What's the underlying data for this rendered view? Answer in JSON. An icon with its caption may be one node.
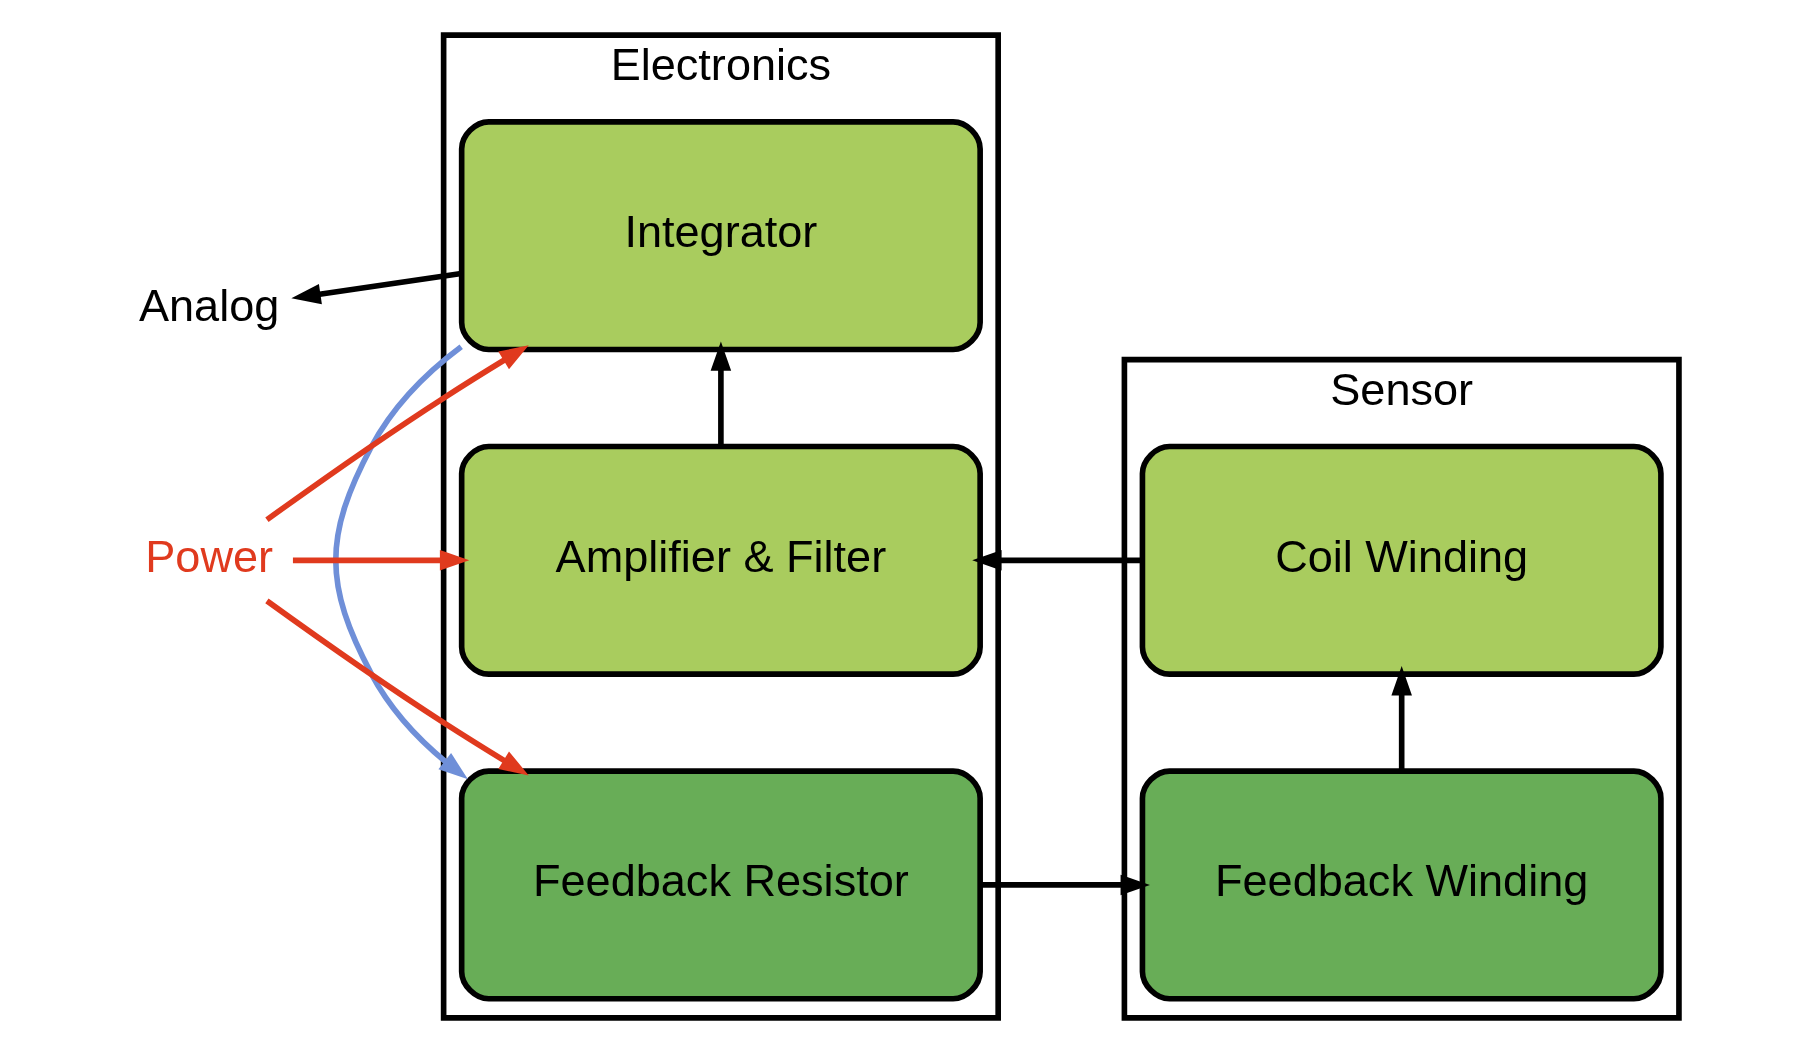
{
  "diagram": {
    "nodes": [
      {
        "text": [
          "Electronics"
        ]
      },
      {
        "text": [
          "Integrator"
        ],
        "in": 0
      },
      {
        "text": [
          "Amplifier & Filter"
        ],
        "in": 0
      },
      {
        "text": [
          "Feedback Resistor"
        ],
        "in": 0
      },
      {
        "text": [
          "Sensor"
        ]
      },
      {
        "text": [
          "Coil Winding"
        ],
        "in": 4
      },
      {
        "text": [
          "Feedback Winding"
        ],
        "in": 4
      },
      {
        "text": [
          "Analog"
        ]
      },
      {
        "text": [
          "Power"
        ]
      }
    ],
    "edges": [
      {
        "from": 1,
        "to": 7,
        "arrow": "to"
      },
      {
        "from": 8,
        "to": 1,
        "arrow": "to",
        "color": "#e03a1e"
      },
      {
        "from": 8,
        "to": 2,
        "arrow": "to",
        "color": "#e03a1e"
      },
      {
        "from": 8,
        "to": 3,
        "arrow": "to",
        "color": "#e03a1e"
      },
      {
        "from": 2,
        "to": 1,
        "arrow": "to"
      },
      {
        "from": 1,
        "to": 3,
        "arrow": "to",
        "color": "#6f8fd8"
      },
      {
        "from": 5,
        "to": 2,
        "arrow": "to"
      },
      {
        "from": 3,
        "to": 6,
        "arrow": "to"
      },
      {
        "from": 6,
        "to": 5,
        "arrow": "to"
      }
    ]
  }
}
